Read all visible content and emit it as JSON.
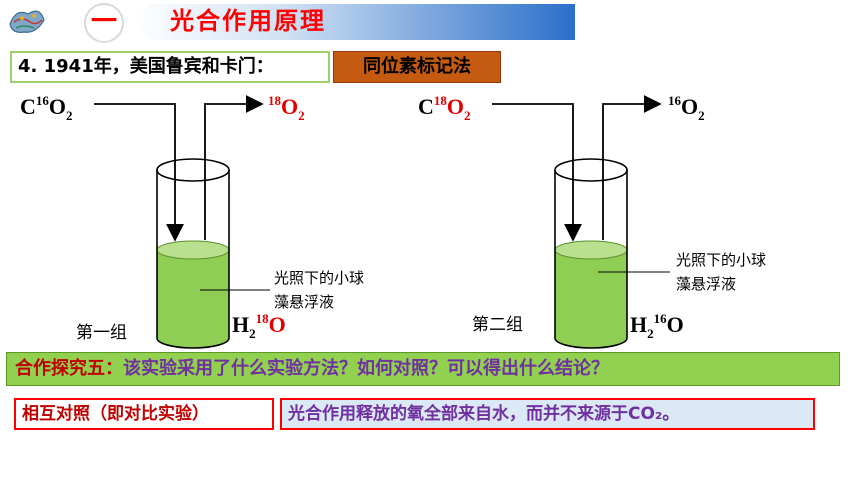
{
  "header": {
    "number": "一",
    "title": "光合作用原理"
  },
  "subtitle": {
    "text": "4. 1941年，美国鲁宾和卡门：",
    "method": "同位素标记法"
  },
  "group1": {
    "input_formula": {
      "base": "C",
      "sup": "16",
      "tail": "O",
      "sub": "2"
    },
    "output_formula": {
      "sup": "18",
      "base": "O",
      "sub": "2"
    },
    "water_formula": {
      "base": "H",
      "sub": "2",
      "sup": "18",
      "tail": "O"
    },
    "caption_line1": "光照下的小球",
    "caption_line2": "藻悬浮液",
    "label": "第一组"
  },
  "group2": {
    "input_formula": {
      "base": "C",
      "sup": "18",
      "tail": "O",
      "sub": "2"
    },
    "output_formula": {
      "sup": "16",
      "base": "O",
      "sub": "2"
    },
    "water_formula": {
      "base": "H",
      "sub": "2",
      "sup": "16",
      "tail": "O"
    },
    "caption_line1": "光照下的小球",
    "caption_line2": "藻悬浮液",
    "label": "第二组"
  },
  "question": {
    "prefix": "合作探究五：",
    "text": "该实验采用了什么实验方法？如何对照？可以得出什么结论？"
  },
  "answers": {
    "answer1": "相互对照（即对比实验）",
    "answer2": "光合作用释放的氧全部来自水，而并不来源于CO₂。"
  },
  "colors": {
    "banner_start": "#cfe0f3",
    "banner_end": "#2a6fc9",
    "liquid": "#8fce55",
    "liquid_top": "#b9e08e",
    "question_bg": "#92d050",
    "method_bg": "#c55a11",
    "red": "#e00000"
  }
}
